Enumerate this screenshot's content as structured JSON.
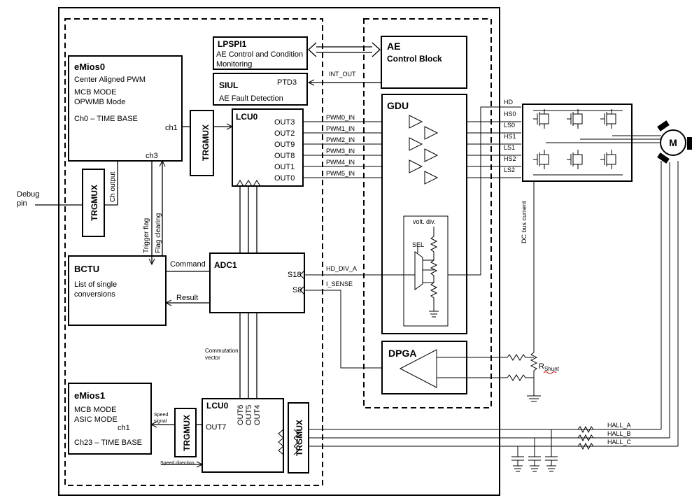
{
  "debug": {
    "label": "Debug\npin"
  },
  "emios0": {
    "title": "eMios0",
    "lines": [
      "Center Aligned PWM",
      "MCB MODE",
      "OPWMB Mode",
      "Ch0 – TIME BASE"
    ],
    "ch1": "ch1",
    "ch3": "ch3",
    "ch_output": "Ch output"
  },
  "trgmux": {
    "label": "TRGMUX"
  },
  "lpspi": {
    "title": "LPSPI1",
    "lines": [
      "AE Control and Condition",
      "Monitoring"
    ]
  },
  "siul": {
    "title": "SIUL",
    "pin": "PTD3",
    "desc": "AE Fault Detection"
  },
  "int_out": "INT_OUT",
  "ae": {
    "title": "AE",
    "subtitle": "Control Block"
  },
  "lcu0_top": {
    "title": "LCU0",
    "outputs": [
      "OUT3",
      "OUT2",
      "OUT9",
      "OUT8",
      "OUT1",
      "OUT0"
    ]
  },
  "pwm_signals": [
    "PWM0_IN",
    "PWM1_IN",
    "PWM2_IN",
    "PWM3_IN",
    "PWM4_IN",
    "PWM5_IN"
  ],
  "gdu": {
    "title": "GDU",
    "volt_div": "volt. div.",
    "sel": "SEL"
  },
  "bridge_labels": [
    "HD",
    "HS0",
    "LS0",
    "HS1",
    "LS1",
    "HS2",
    "LS2"
  ],
  "motor": {
    "label": "M"
  },
  "dc_bus": "DC bus current",
  "bctu": {
    "title": "BCTU",
    "lines": [
      "List of single",
      "conversions"
    ],
    "trigger": "Trigger flag",
    "flag": "Flag clearing"
  },
  "adc1": {
    "title": "ADC1",
    "command": "Command",
    "result": "Result",
    "s18": "S18",
    "s8": "S8"
  },
  "hd_div_a": "HD_DIV_A",
  "i_sense": "I_SENSE",
  "dpga": {
    "title": "DPGA"
  },
  "rshunt": {
    "r": "R",
    "sub": "Shunt"
  },
  "commutation": "Commutation\nvector",
  "emios1": {
    "title": "eMios1",
    "lines": [
      "MCB MODE",
      "ASIC MODE"
    ],
    "ch1": "ch1",
    "ch23": "Ch23 – TIME BASE"
  },
  "speed_signal": "Speed\nsignal",
  "speed_direction": "Speed direction",
  "lcu0_bottom": {
    "title": "LCU0",
    "out7": "OUT7",
    "outputs": [
      "OUT6",
      "OUT5",
      "OUT4"
    ]
  },
  "hall": [
    "HALL_A",
    "HALL_B",
    "HALL_C"
  ]
}
